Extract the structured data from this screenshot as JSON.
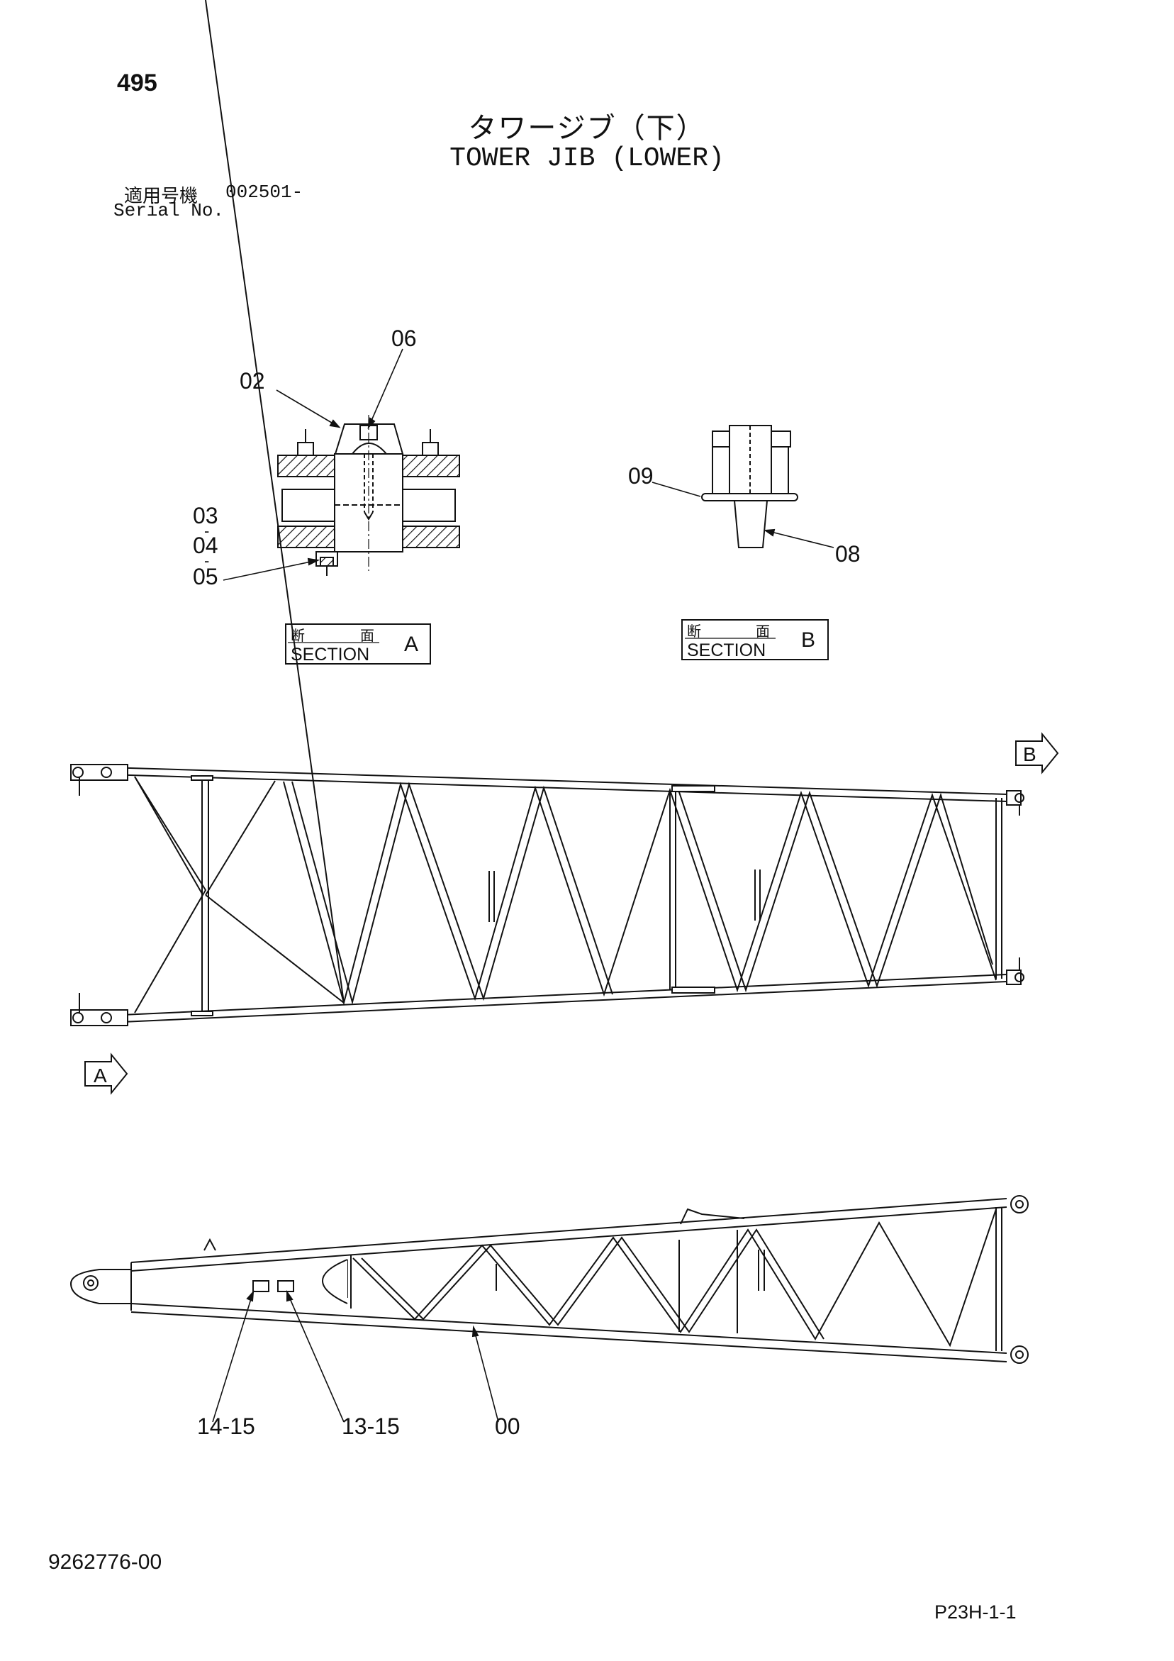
{
  "header": {
    "page_number": "495",
    "title_jp": "タワージブ（下）",
    "title_en": "TOWER JIB (LOWER)",
    "serial_label_jp": "適用号機",
    "serial_value": "002501-",
    "serial_label_en": "Serial No."
  },
  "section_a": {
    "callouts": [
      "06",
      "02",
      "03",
      "04",
      "05"
    ],
    "separator": "-",
    "label_jp_1": "断",
    "label_jp_2": "面",
    "label_en": "SECTION",
    "letter": "A"
  },
  "section_b": {
    "callouts": [
      "09",
      "08"
    ],
    "label_jp_1": "断",
    "label_jp_2": "面",
    "label_en": "SECTION",
    "letter": "B"
  },
  "view_markers": {
    "b": "B",
    "a": "A"
  },
  "side_view": {
    "callouts": [
      "14-15",
      "13-15",
      "00"
    ]
  },
  "footer": {
    "doc_number": "9262776-00",
    "page_code": "P23H-1-1"
  }
}
